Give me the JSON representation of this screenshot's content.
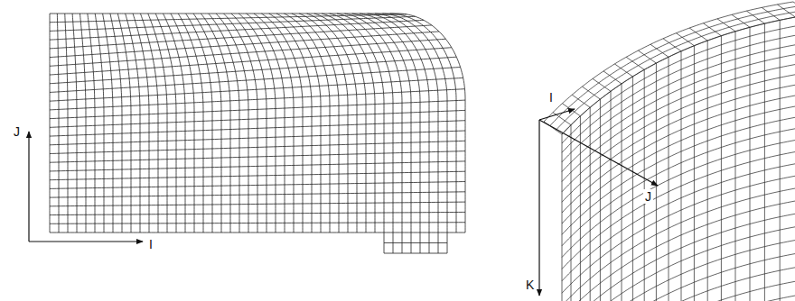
{
  "diagram": {
    "labels": [
      "J",
      "I",
      "I",
      "J",
      "K"
    ]
  }
}
